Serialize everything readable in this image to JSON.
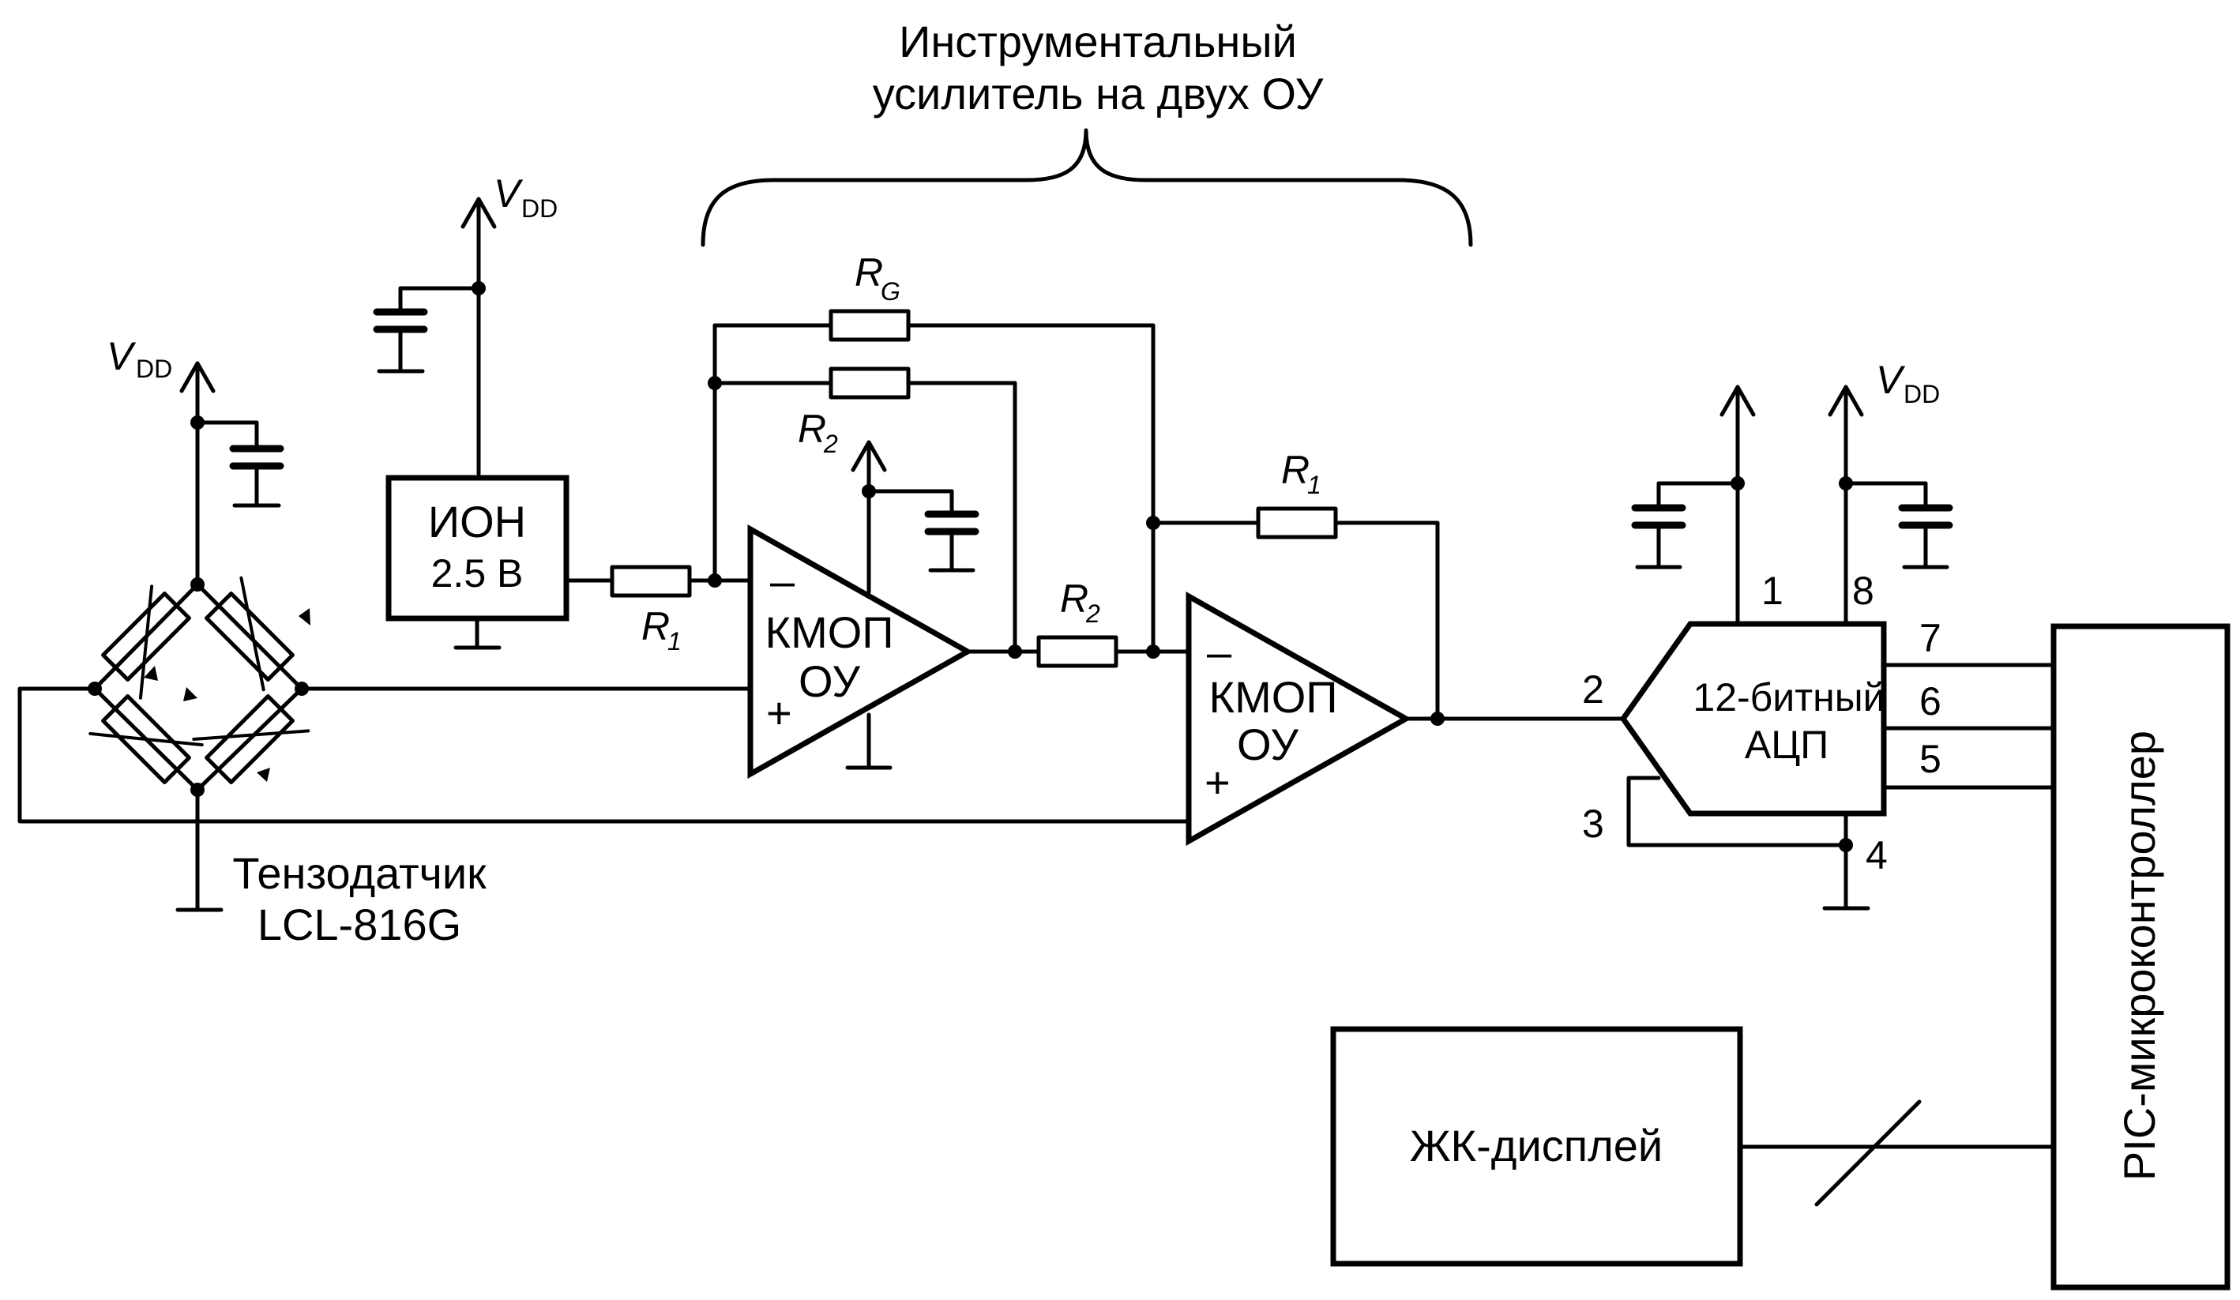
{
  "diagram": {
    "instr_amp_caption_line1": "Инструментальный",
    "instr_amp_caption_line2": "усилитель на двух ОУ",
    "vdd_label": "V",
    "vdd_sub": "DD",
    "vref_line1": "ИОН",
    "vref_line2": "2.5 В",
    "opamp_minus": "–",
    "opamp_plus": "+",
    "opamp1_line1": "КМОП",
    "opamp1_line2": "ОУ",
    "opamp2_line1": "КМОП",
    "opamp2_line2": "ОУ",
    "r_label": "R",
    "rg_sub": "G",
    "r1_sub": "1",
    "r2_sub": "2",
    "sensor_line1": "Тензодатчик",
    "sensor_line2": "LCL-816G",
    "adc_line1": "12-битный",
    "adc_line2": "АЦП",
    "adc_pins": [
      "1",
      "8",
      "7",
      "6",
      "5",
      "2",
      "3",
      "4"
    ],
    "mcu_label": "PIC-микроконтроллер",
    "lcd_label": "ЖК-дисплей"
  }
}
